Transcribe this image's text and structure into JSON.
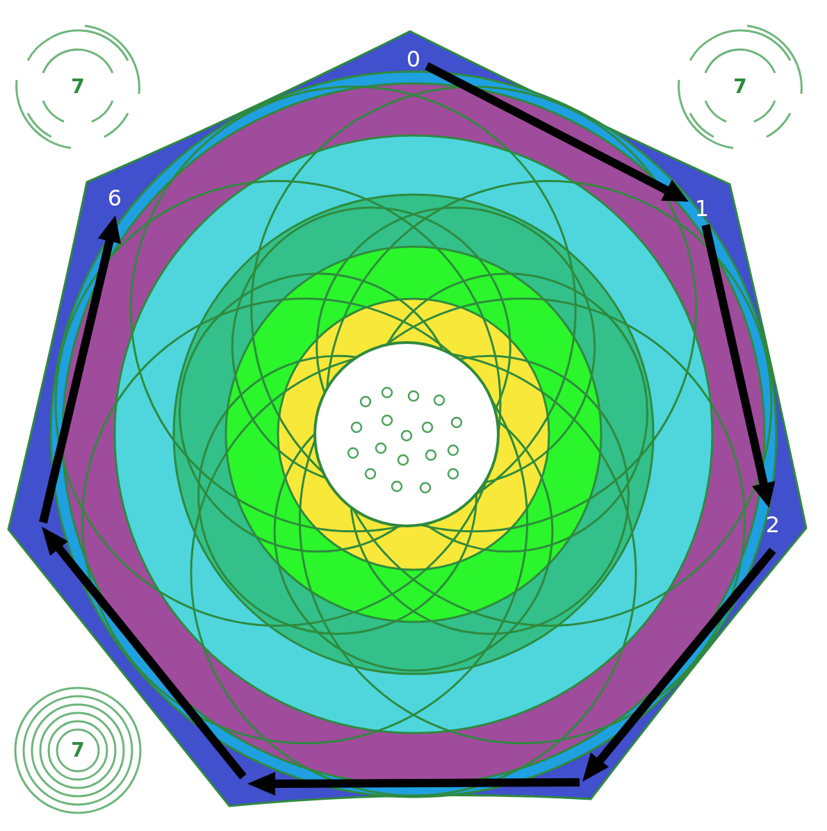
{
  "diagram": {
    "nodes": [
      {
        "text": [
          "0"
        ]
      },
      {
        "text": [
          "1"
        ]
      },
      {
        "text": [
          "2"
        ]
      },
      {
        "text": [
          "6"
        ]
      }
    ],
    "edges": [
      {
        "from": 0,
        "to": 1,
        "arrow": "to"
      },
      {
        "from": 1,
        "to": 2,
        "arrow": "to"
      }
    ],
    "labels": [
      "7",
      "7",
      "7"
    ]
  }
}
